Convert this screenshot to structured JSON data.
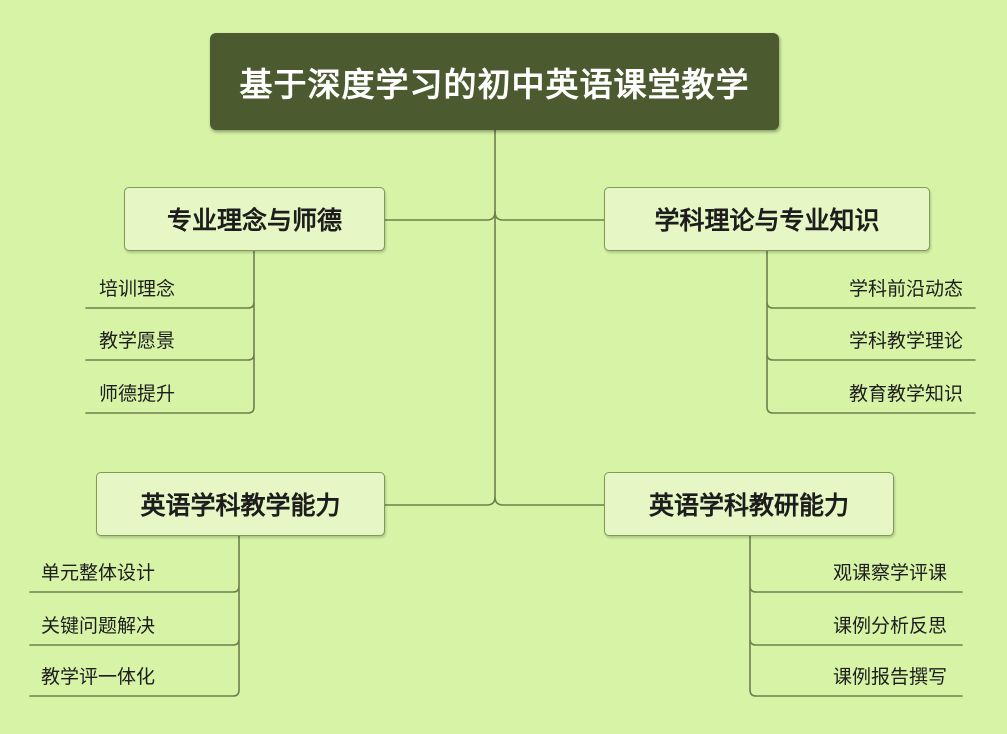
{
  "root": {
    "label": "基于深度学习的初中英语课堂教学"
  },
  "branches": {
    "top_left": {
      "label": "专业理念与师德",
      "items": [
        "培训理念",
        "教学愿景",
        "师德提升"
      ]
    },
    "top_right": {
      "label": "学科理论与专业知识",
      "items": [
        "学科前沿动态",
        "学科教学理论",
        "教育教学知识"
      ]
    },
    "bottom_left": {
      "label": "英语学科教学能力",
      "items": [
        "单元整体设计",
        "关键问题解决",
        "教学评一体化"
      ]
    },
    "bottom_right": {
      "label": "英语学科教研能力",
      "items": [
        "观课察学评课",
        "课例分析反思",
        "课例报告撰写"
      ]
    }
  },
  "colors": {
    "background": "#d6f3a6",
    "root_fill": "#4b5a2f",
    "branch_fill": "#e6f7c5",
    "line": "#6f7f4f"
  }
}
